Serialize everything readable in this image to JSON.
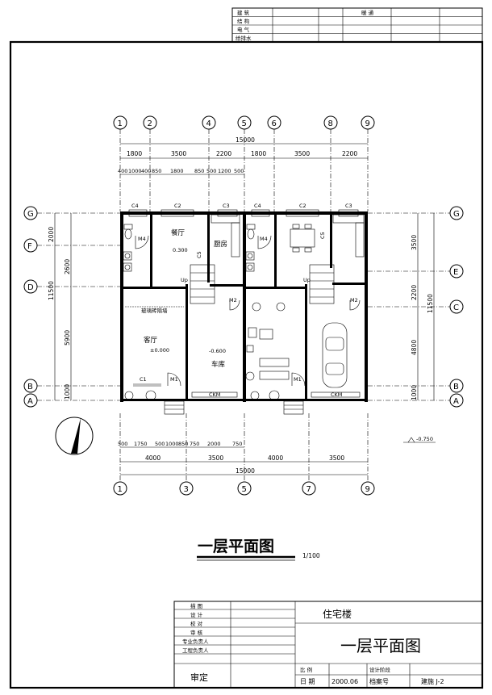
{
  "top_sign_table": {
    "rows": [
      "建 筑",
      "结 构",
      "电 气",
      "给排水"
    ],
    "extra": "暖 通"
  },
  "axes_top": [
    "1",
    "2",
    "4",
    "5",
    "6",
    "8",
    "9"
  ],
  "axes_bottom": [
    "1",
    "3",
    "5",
    "7",
    "9"
  ],
  "axes_left": [
    "G",
    "F",
    "D",
    "B",
    "A"
  ],
  "axes_right": [
    "G",
    "E",
    "C",
    "B",
    "A"
  ],
  "dims": {
    "top_total": "15000",
    "top_row1": [
      "1800",
      "3500",
      "2200",
      "1800",
      "3500",
      "2200"
    ],
    "top_row2": [
      "400",
      "1000",
      "400",
      "850",
      "1800",
      "850",
      "500",
      "1200",
      "500"
    ],
    "bottom_row1": [
      "500",
      "1750",
      "500",
      "1000",
      "850",
      "750",
      "2000",
      "750"
    ],
    "bottom_row2": [
      "4000",
      "3500",
      "4000",
      "3500"
    ],
    "bottom_total": "15000",
    "left_segments": [
      "2000",
      "2600",
      "5900",
      "1000"
    ],
    "left_total": "11500",
    "right_segments": [
      "3500",
      "2200",
      "4800",
      "1000"
    ],
    "right_total": "11500",
    "elev_outside": "-0.750"
  },
  "windows": [
    "C4",
    "C2",
    "C3",
    "C4",
    "C2",
    "C3",
    "C5",
    "C5",
    "C1"
  ],
  "doors": [
    "M4",
    "M2",
    "M2",
    "M1",
    "M1",
    "M4",
    "CKM",
    "CKM",
    "Up",
    "Up"
  ],
  "rooms": {
    "dining": "餐厅",
    "kitchen": "厨房",
    "living": "客厅",
    "garage": "车库",
    "glass_wall": "玻璃砖隔墙",
    "elev_dining": "0.300",
    "elev_living": "±0.000",
    "elev_garage": "-0.600"
  },
  "drawing_title": "一层平面图",
  "scale": "1/100",
  "title_block": {
    "rows": [
      "描 图",
      "设 计",
      "校 对",
      "审 核",
      "专业负责人",
      "工程负责人"
    ],
    "approve": "审定",
    "project": "住宅楼",
    "sheet_title": "一层平面图",
    "scale_label": "比 例",
    "stage_label": "设计阶段",
    "date_label": "日 期",
    "date_value": "2000.06",
    "file_label": "档案号",
    "sheet_no": "建施 J-2"
  }
}
